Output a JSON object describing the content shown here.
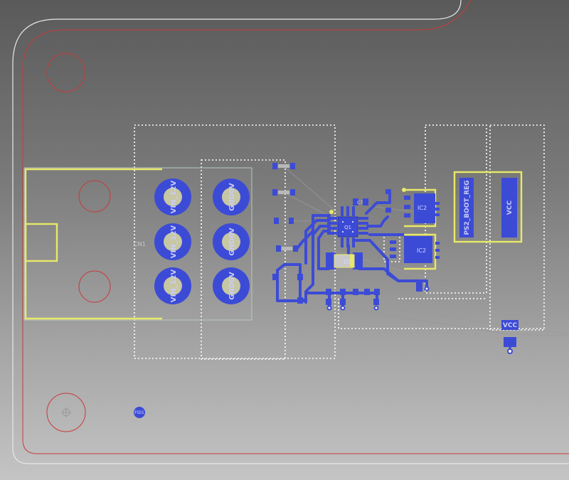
{
  "connector": {
    "ref": "CN1",
    "vin_label": "VIN_12V",
    "gnd_label": "GND0V"
  },
  "components": {
    "ic2_top": "IC2",
    "ic2_bottom": "IC2",
    "d1": "D1",
    "q1": "Q1",
    "c7": "C7",
    "fid1": "FID1"
  },
  "regulator_labels": {
    "ps2_boot_reg": "PS2_BOOT_REG",
    "vcc": "VCC"
  },
  "net_label": {
    "vcc": "VCC"
  },
  "colors": {
    "copper": "#3c4bd6",
    "silkscreen": "#e8e86a",
    "board_outline_red": "#c83a3a",
    "board_edge_white": "#e8e8e8",
    "courtyard": "#ffffff"
  }
}
